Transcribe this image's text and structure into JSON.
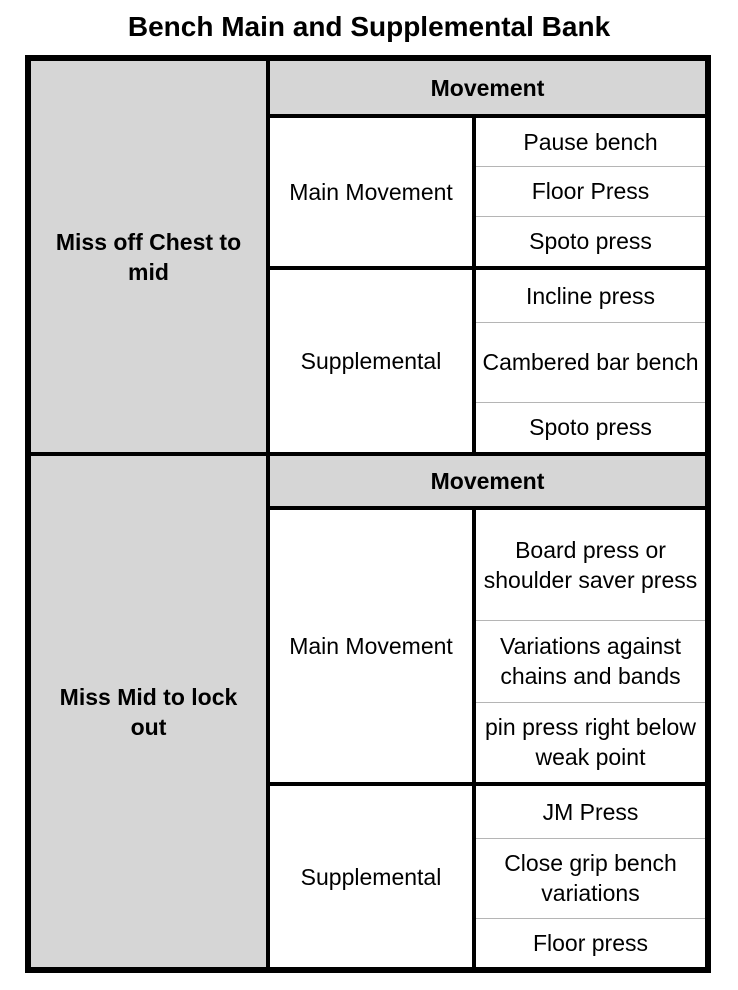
{
  "title": "Bench Main and Supplemental Bank",
  "sections": [
    {
      "category": "Miss off Chest to mid",
      "header": "Movement",
      "groups": [
        {
          "label": "Main Movement",
          "items": [
            "Pause bench",
            "Floor Press",
            "Spoto press"
          ]
        },
        {
          "label": "Supplemental",
          "items": [
            "Incline press",
            "Cambered bar bench",
            "Spoto press"
          ]
        }
      ]
    },
    {
      "category": "Miss Mid to lock out",
      "header": "Movement",
      "groups": [
        {
          "label": "Main Movement",
          "items": [
            "Board press or shoulder saver press",
            "Variations against chains and bands",
            "pin press right below weak point"
          ]
        },
        {
          "label": "Supplemental",
          "items": [
            "JM Press",
            "Close grip bench variations",
            "Floor press"
          ]
        }
      ]
    }
  ]
}
